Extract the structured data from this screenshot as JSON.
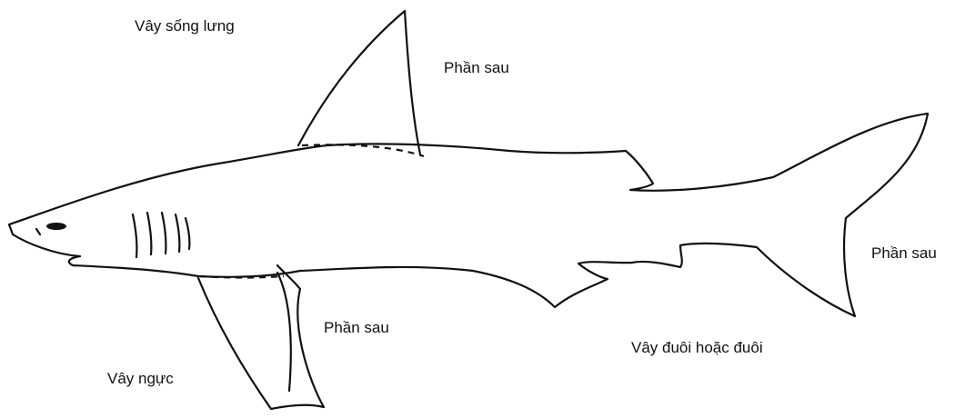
{
  "labels": {
    "dorsal_fin": "Vây sống lưng",
    "dorsal_rear": "Phần sau",
    "pectoral_rear": "Phần sau",
    "tail_rear": "Phần sau",
    "pectoral_fin": "Vây ngực",
    "caudal_fin": "Vây đuôi hoặc đuôi"
  },
  "colors": {
    "ink": "#111111",
    "background": "#ffffff"
  }
}
